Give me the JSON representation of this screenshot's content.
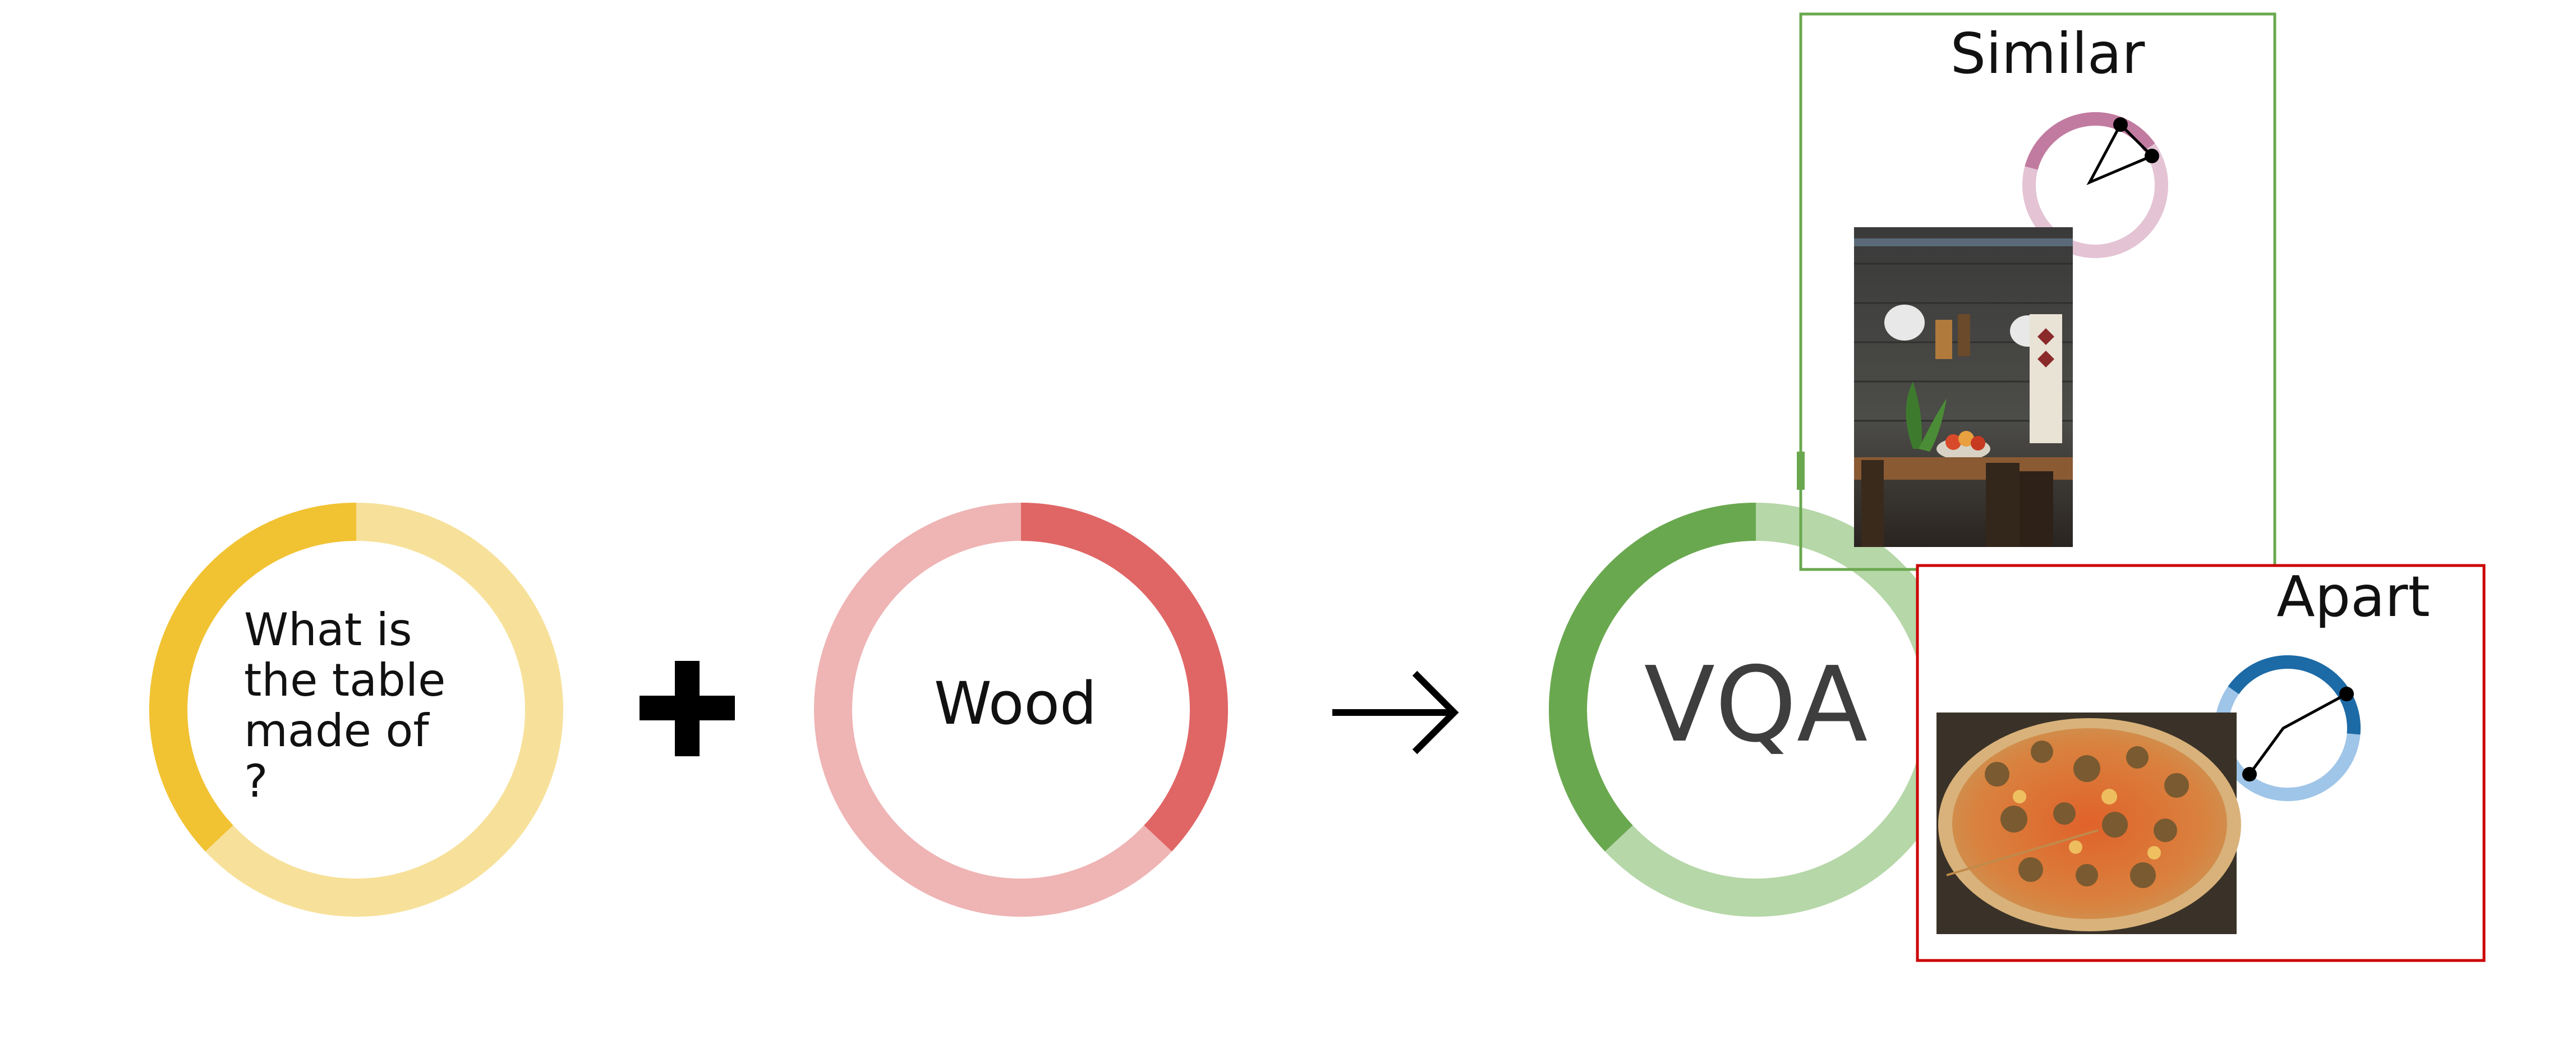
{
  "question": {
    "lines": [
      "What is",
      "the table",
      "made of",
      "?"
    ],
    "color_light": "#f7e19a",
    "color_dark": "#f1c232",
    "highlight_fraction": 0.37
  },
  "plus_symbol": "+",
  "answer": {
    "label": "Wood",
    "color_light": "#efb4b4",
    "color_dark": "#e06666",
    "highlight_fraction": 0.37
  },
  "arrow_symbol": "→",
  "vqa": {
    "label": "VQA",
    "color_light": "#b6d7a8",
    "color_dark": "#6aa84f",
    "highlight_fraction": 0.37
  },
  "similar_panel": {
    "title": "Similar",
    "border_color": "#6aa84f",
    "gauge_light": "#e3c3d4",
    "gauge_dark": "#c27ba0",
    "image_description_icon": "kitchen-photo"
  },
  "apart_panel": {
    "title": "Apart",
    "border_color": "#cc0000",
    "gauge_light": "#9fc5e8",
    "gauge_dark": "#1c6aa6",
    "image_description_icon": "pizza-photo"
  }
}
